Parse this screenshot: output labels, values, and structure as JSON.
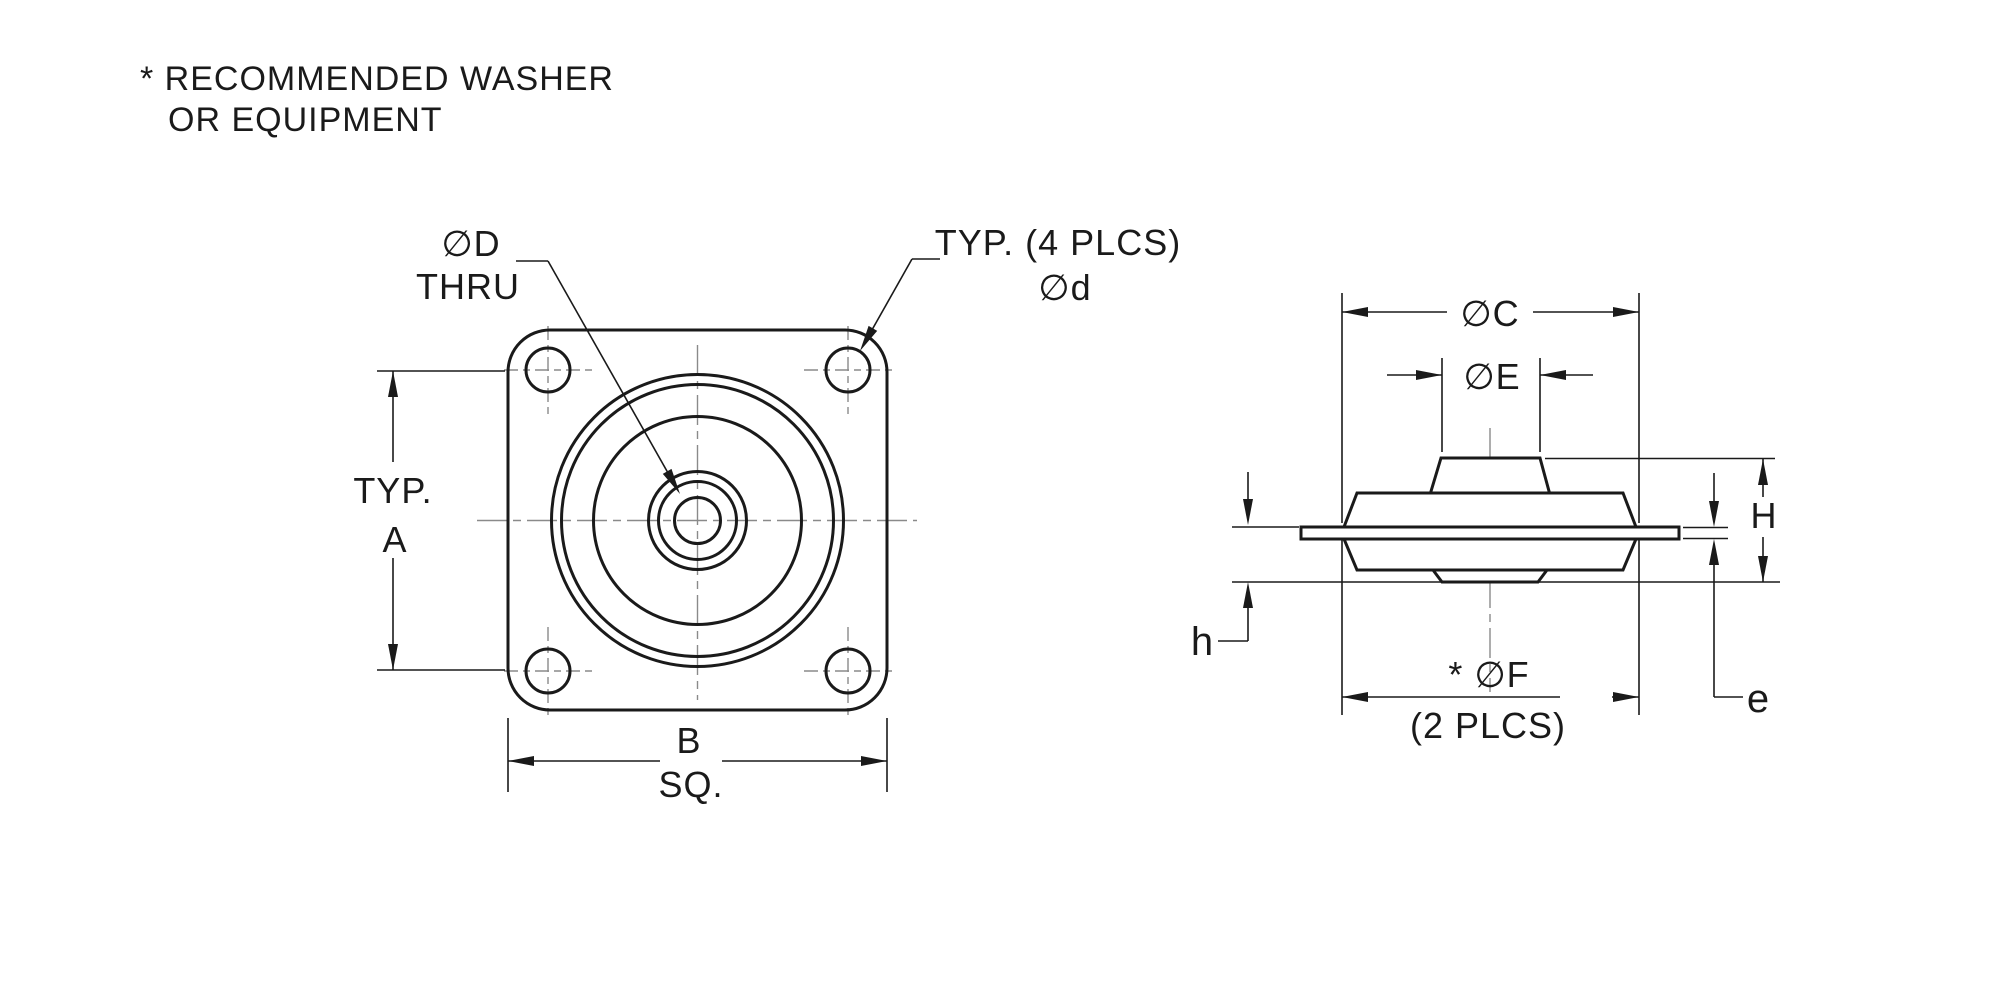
{
  "drawing": {
    "title": "mount-flange-dimension-drawing",
    "note": {
      "line1": "* RECOMMENDED WASHER",
      "line2": "OR EQUIPMENT"
    },
    "front_view": {
      "hole_dia": "∅D",
      "hole_thru": "THRU",
      "corner_callout": "TYP. (4 PLCS)",
      "corner_dia": "∅d",
      "spacing_prefix": "TYP.",
      "spacing_letter": "A",
      "width_letter": "B",
      "width_suffix": "SQ."
    },
    "side_view": {
      "body_dia": "∅C",
      "boss_dia": "∅E",
      "overall_height": "H",
      "base_height": "h",
      "plate_thickness": "e",
      "washer_dia": "* ∅F",
      "washer_places": "(2 PLCS)"
    },
    "colors": {
      "line": "#1a1a1a",
      "centerline": "#8a8a8a",
      "background": "#ffffff"
    }
  }
}
